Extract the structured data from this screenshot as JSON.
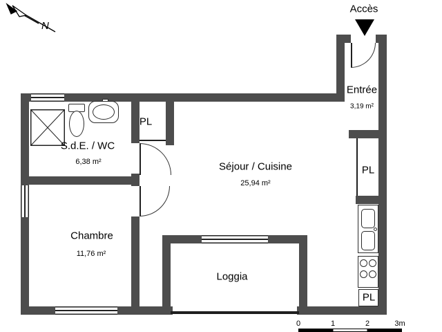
{
  "compass": {
    "label": "N"
  },
  "access": {
    "label": "Accès"
  },
  "rooms": {
    "sde": {
      "name": "S.d.E. / WC",
      "area": "6,38 m²"
    },
    "sejour": {
      "name": "Séjour / Cuisine",
      "area": "25,94 m²"
    },
    "entree": {
      "name": "Entrée",
      "area": "3,19 m²"
    },
    "chambre": {
      "name": "Chambre",
      "area": "11,76 m²"
    },
    "loggia": {
      "name": "Loggia"
    }
  },
  "closets": {
    "hall": {
      "label": "PL"
    },
    "kitchen": {
      "label": "PL"
    },
    "bottom": {
      "label": "PL"
    }
  },
  "scale_bar": {
    "ticks": [
      "0",
      "1",
      "2",
      "3m"
    ]
  },
  "colors": {
    "wall": "#4d4d4d",
    "line": "#1f1f1f"
  }
}
